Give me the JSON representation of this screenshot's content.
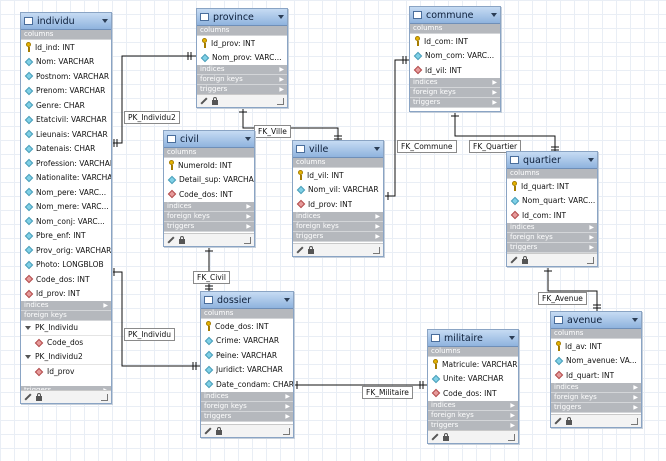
{
  "sections": {
    "columns": "columns",
    "indices": "indices",
    "foreign_keys": "foreign keys",
    "triggers": "triggers"
  },
  "tables": {
    "individu": {
      "title": "individu",
      "fields": [
        {
          "name": "Id_ind: INT",
          "kind": "pk"
        },
        {
          "name": "Nom: VARCHAR",
          "kind": "col"
        },
        {
          "name": "Postnom: VARCHAR",
          "kind": "col"
        },
        {
          "name": "Prenom: VARCHAR",
          "kind": "col"
        },
        {
          "name": "Genre: CHAR",
          "kind": "col"
        },
        {
          "name": "Etatcivil: VARCHAR",
          "kind": "col"
        },
        {
          "name": "Lieunais: VARCHAR",
          "kind": "col"
        },
        {
          "name": "Datenais: CHAR",
          "kind": "col"
        },
        {
          "name": "Profession: VARCHAR",
          "kind": "col"
        },
        {
          "name": "Nationalite: VARCHAR",
          "kind": "col"
        },
        {
          "name": "Nom_pere: VARC...",
          "kind": "col"
        },
        {
          "name": "Nom_mere: VARC...",
          "kind": "col"
        },
        {
          "name": "Nom_conj: VARC...",
          "kind": "col"
        },
        {
          "name": "Pbre_enf: INT",
          "kind": "col"
        },
        {
          "name": "Prov_orig: VARCHAR",
          "kind": "col"
        },
        {
          "name": "Photo: LONGBLOB",
          "kind": "col"
        },
        {
          "name": "Code_dos: INT",
          "kind": "fk"
        },
        {
          "name": "Id_prov: INT",
          "kind": "fk"
        }
      ],
      "indices": [
        {
          "name": "PK_Individu",
          "column": "Code_dos"
        },
        {
          "name": "PK_Individu2",
          "column": "Id_prov"
        }
      ]
    },
    "province": {
      "title": "province",
      "fields": [
        {
          "name": "Id_prov: INT",
          "kind": "pk"
        },
        {
          "name": "Nom_prov: VARC...",
          "kind": "col"
        }
      ]
    },
    "commune": {
      "title": "commune",
      "fields": [
        {
          "name": "Id_com: INT",
          "kind": "pk"
        },
        {
          "name": "Nom_com: VARC...",
          "kind": "col"
        },
        {
          "name": "Id_vil: INT",
          "kind": "fk"
        }
      ]
    },
    "civil": {
      "title": "civil",
      "fields": [
        {
          "name": "NumeroId: INT",
          "kind": "pk"
        },
        {
          "name": "Detail_sup: VARCHAR",
          "kind": "col"
        },
        {
          "name": "Code_dos: INT",
          "kind": "fk"
        }
      ]
    },
    "ville": {
      "title": "ville",
      "fields": [
        {
          "name": "Id_vil: INT",
          "kind": "pk"
        },
        {
          "name": "Nom_vil: VARCHAR",
          "kind": "col"
        },
        {
          "name": "Id_prov: INT",
          "kind": "fk"
        }
      ]
    },
    "quartier": {
      "title": "quartier",
      "fields": [
        {
          "name": "Id_quart: INT",
          "kind": "pk"
        },
        {
          "name": "Nom_quart: VARC...",
          "kind": "col"
        },
        {
          "name": "Id_com: INT",
          "kind": "fk"
        }
      ]
    },
    "dossier": {
      "title": "dossier",
      "fields": [
        {
          "name": "Code_dos: INT",
          "kind": "pk"
        },
        {
          "name": "Crime: VARCHAR",
          "kind": "col"
        },
        {
          "name": "Peine: VARCHAR",
          "kind": "col"
        },
        {
          "name": "Juridict: VARCHAR",
          "kind": "col"
        },
        {
          "name": "Date_condam: CHAR",
          "kind": "col"
        }
      ]
    },
    "militaire": {
      "title": "militaire",
      "fields": [
        {
          "name": "Matricule: VARCHAR",
          "kind": "pk"
        },
        {
          "name": "Unite: VARCHAR",
          "kind": "col"
        },
        {
          "name": "Code_dos: INT",
          "kind": "fk"
        }
      ]
    },
    "avenue": {
      "title": "avenue",
      "fields": [
        {
          "name": "Id_av: INT",
          "kind": "pk"
        },
        {
          "name": "Nom_avenue: VA...",
          "kind": "col"
        },
        {
          "name": "Id_quart: INT",
          "kind": "fk"
        }
      ]
    }
  },
  "relationships": [
    {
      "id": "pk-individu2",
      "label": "PK_Individu2"
    },
    {
      "id": "fk-ville",
      "label": "FK_Ville"
    },
    {
      "id": "fk-commune",
      "label": "FK_Commune"
    },
    {
      "id": "fk-quartier",
      "label": "FK_Quartier"
    },
    {
      "id": "fk-civil",
      "label": "FK_Civil"
    },
    {
      "id": "pk-individu",
      "label": "PK_Individu"
    },
    {
      "id": "fk-avenue",
      "label": "FK_Avenue"
    },
    {
      "id": "fk-militaire",
      "label": "FK_Militaire"
    }
  ]
}
